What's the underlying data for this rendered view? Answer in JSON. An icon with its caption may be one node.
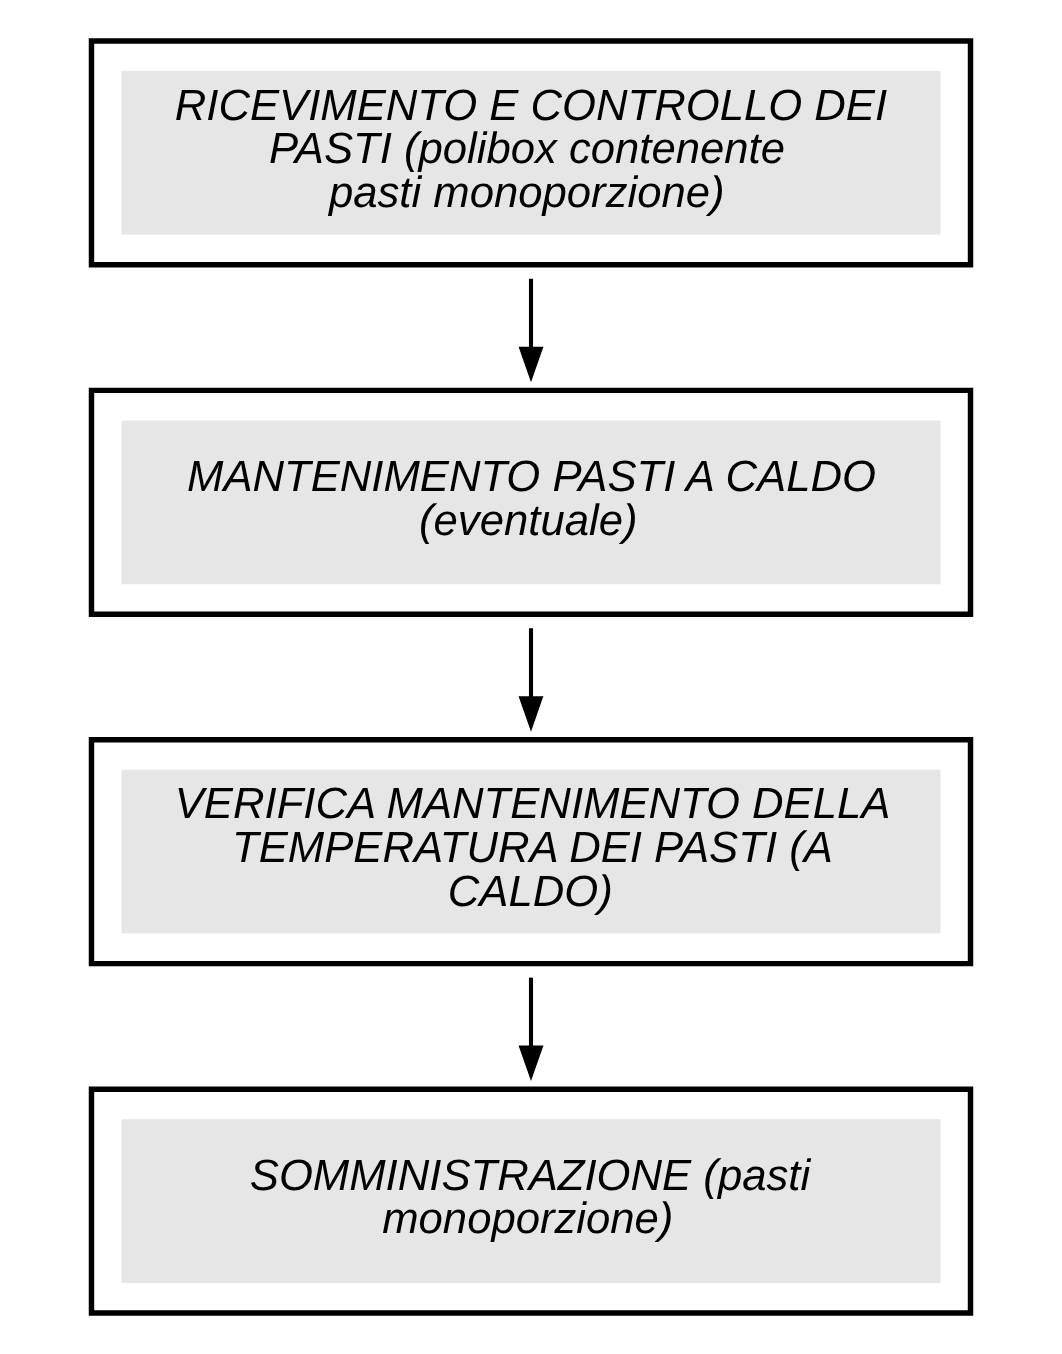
{
  "diagram": {
    "nodes": [
      {
        "text": [
          "RICEVIMENTO E CONTROLLO DEI PASTI (polibox contenente pasti monoporzione)"
        ]
      },
      {
        "text": [
          "MANTENIMENTO PASTI A CALDO (eventuale)"
        ]
      },
      {
        "text": [
          "VERIFICA MANTENIMENTO DELLA TEMPERATURA DEI PASTI (A CALDO)"
        ]
      },
      {
        "text": [
          "SOMMINISTRAZIONE (pasti monoporzione)"
        ]
      }
    ],
    "edges": [
      {
        "from": 0,
        "to": 1,
        "arrow": "to"
      },
      {
        "from": 1,
        "to": 2,
        "arrow": "to"
      },
      {
        "from": 2,
        "to": 3,
        "arrow": "to"
      }
    ]
  }
}
